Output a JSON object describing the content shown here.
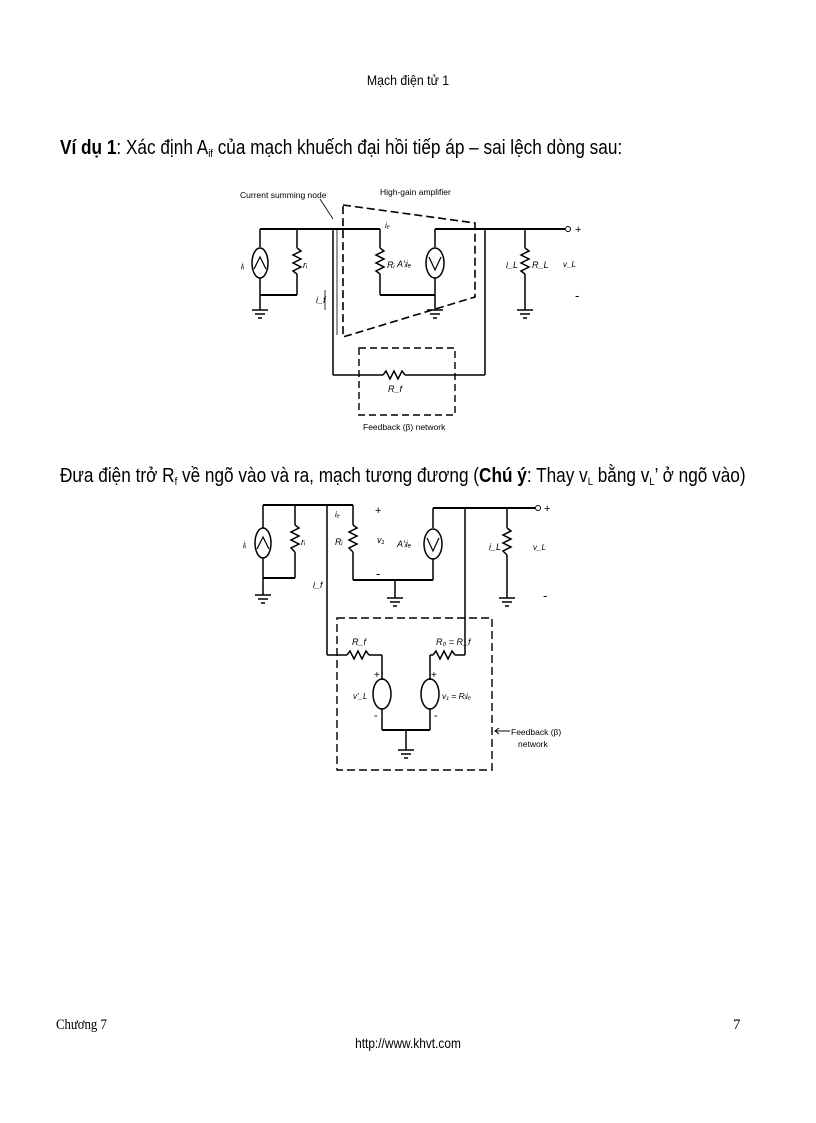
{
  "header": {
    "title": "Mạch điện tử 1"
  },
  "example": {
    "label": "Ví dụ 1",
    "text_before_sub": ": Xác định A",
    "sub": "if",
    "text_after_sub": " của mạch khuếch đại hồi tiếp áp – sai lệch dòng sau:"
  },
  "figure1": {
    "label_current_node": "Current summing node",
    "label_amplifier": "High-gain amplifier",
    "label_feedback": "Feedback (β) network",
    "source_left": "iᵢ",
    "resistor_ri_small": "rᵢ",
    "current_if": "i_f",
    "current_ie": "iₑ",
    "resistor_Ri": "Rᵢ",
    "dependent_source": "A′ᵢiₑ",
    "load_current": "i_L",
    "load_resistor": "R_L",
    "output_voltage": "v_L",
    "plus": "+",
    "minus": "-",
    "feedback_resistor": "R_f"
  },
  "equivalent": {
    "text1": "Đưa điện trở R",
    "sub1": "f",
    "text2": " về ngõ vào và ra, mạch tương đương (",
    "bold": "Chú ý",
    "text3": ": Thay v",
    "sub2": "L",
    "text4": " bằng v",
    "sub3": "L",
    "text5": "’ ở ngõ vào)"
  },
  "figure2": {
    "source_left": "iᵢ",
    "resistor_ri_small": "rᵢ",
    "current_ie": "iₑ",
    "resistor_Ri": "Rᵢ",
    "v1": "v₁",
    "dependent_source": "A′ᵢiₑ",
    "load_current": "i_L",
    "output_voltage": "v_L",
    "current_if": "i_f",
    "Rf": "R_f",
    "R0": "R₀ = R_f",
    "vL_prime": "v′_L",
    "v1_eq": "v₁ = Rᵢiₑ",
    "feedback_label_1": "Feedback (β)",
    "feedback_label_2": "network",
    "plus": "+",
    "minus": "-"
  },
  "footer": {
    "chapter": "Chương 7",
    "url": "http://www.khvt.com",
    "page_number": "7"
  }
}
